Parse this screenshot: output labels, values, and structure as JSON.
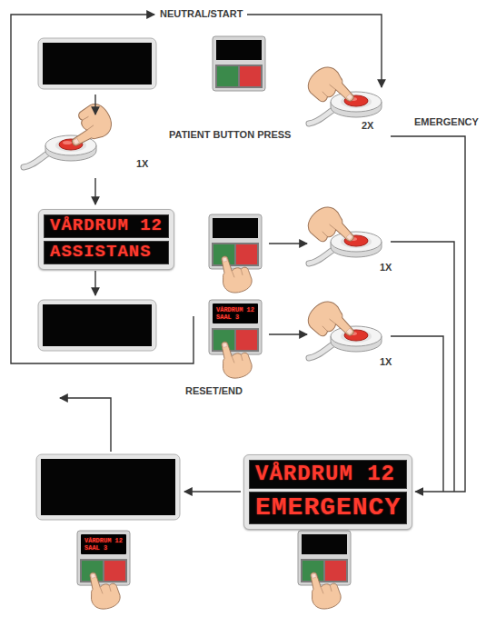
{
  "diagram": {
    "nodes": [
      {
        "text": [
          "VÅRDRUM 12",
          "ASSISTANS"
        ]
      },
      {
        "text": [
          "VÅRDRUM 12",
          "SAAL 3"
        ]
      },
      {
        "text": [
          "VÅRDRUM 12",
          "EMERGENCY"
        ]
      },
      {
        "text": [
          "VÅRDRUM 12",
          "SAAL 3"
        ]
      }
    ],
    "labels": [
      "NEUTRAL/START",
      "PATIENT BUTTON PRESS",
      "1X",
      "EMERGENCY",
      "2X",
      "1X",
      "1X",
      "RESET/END"
    ]
  }
}
